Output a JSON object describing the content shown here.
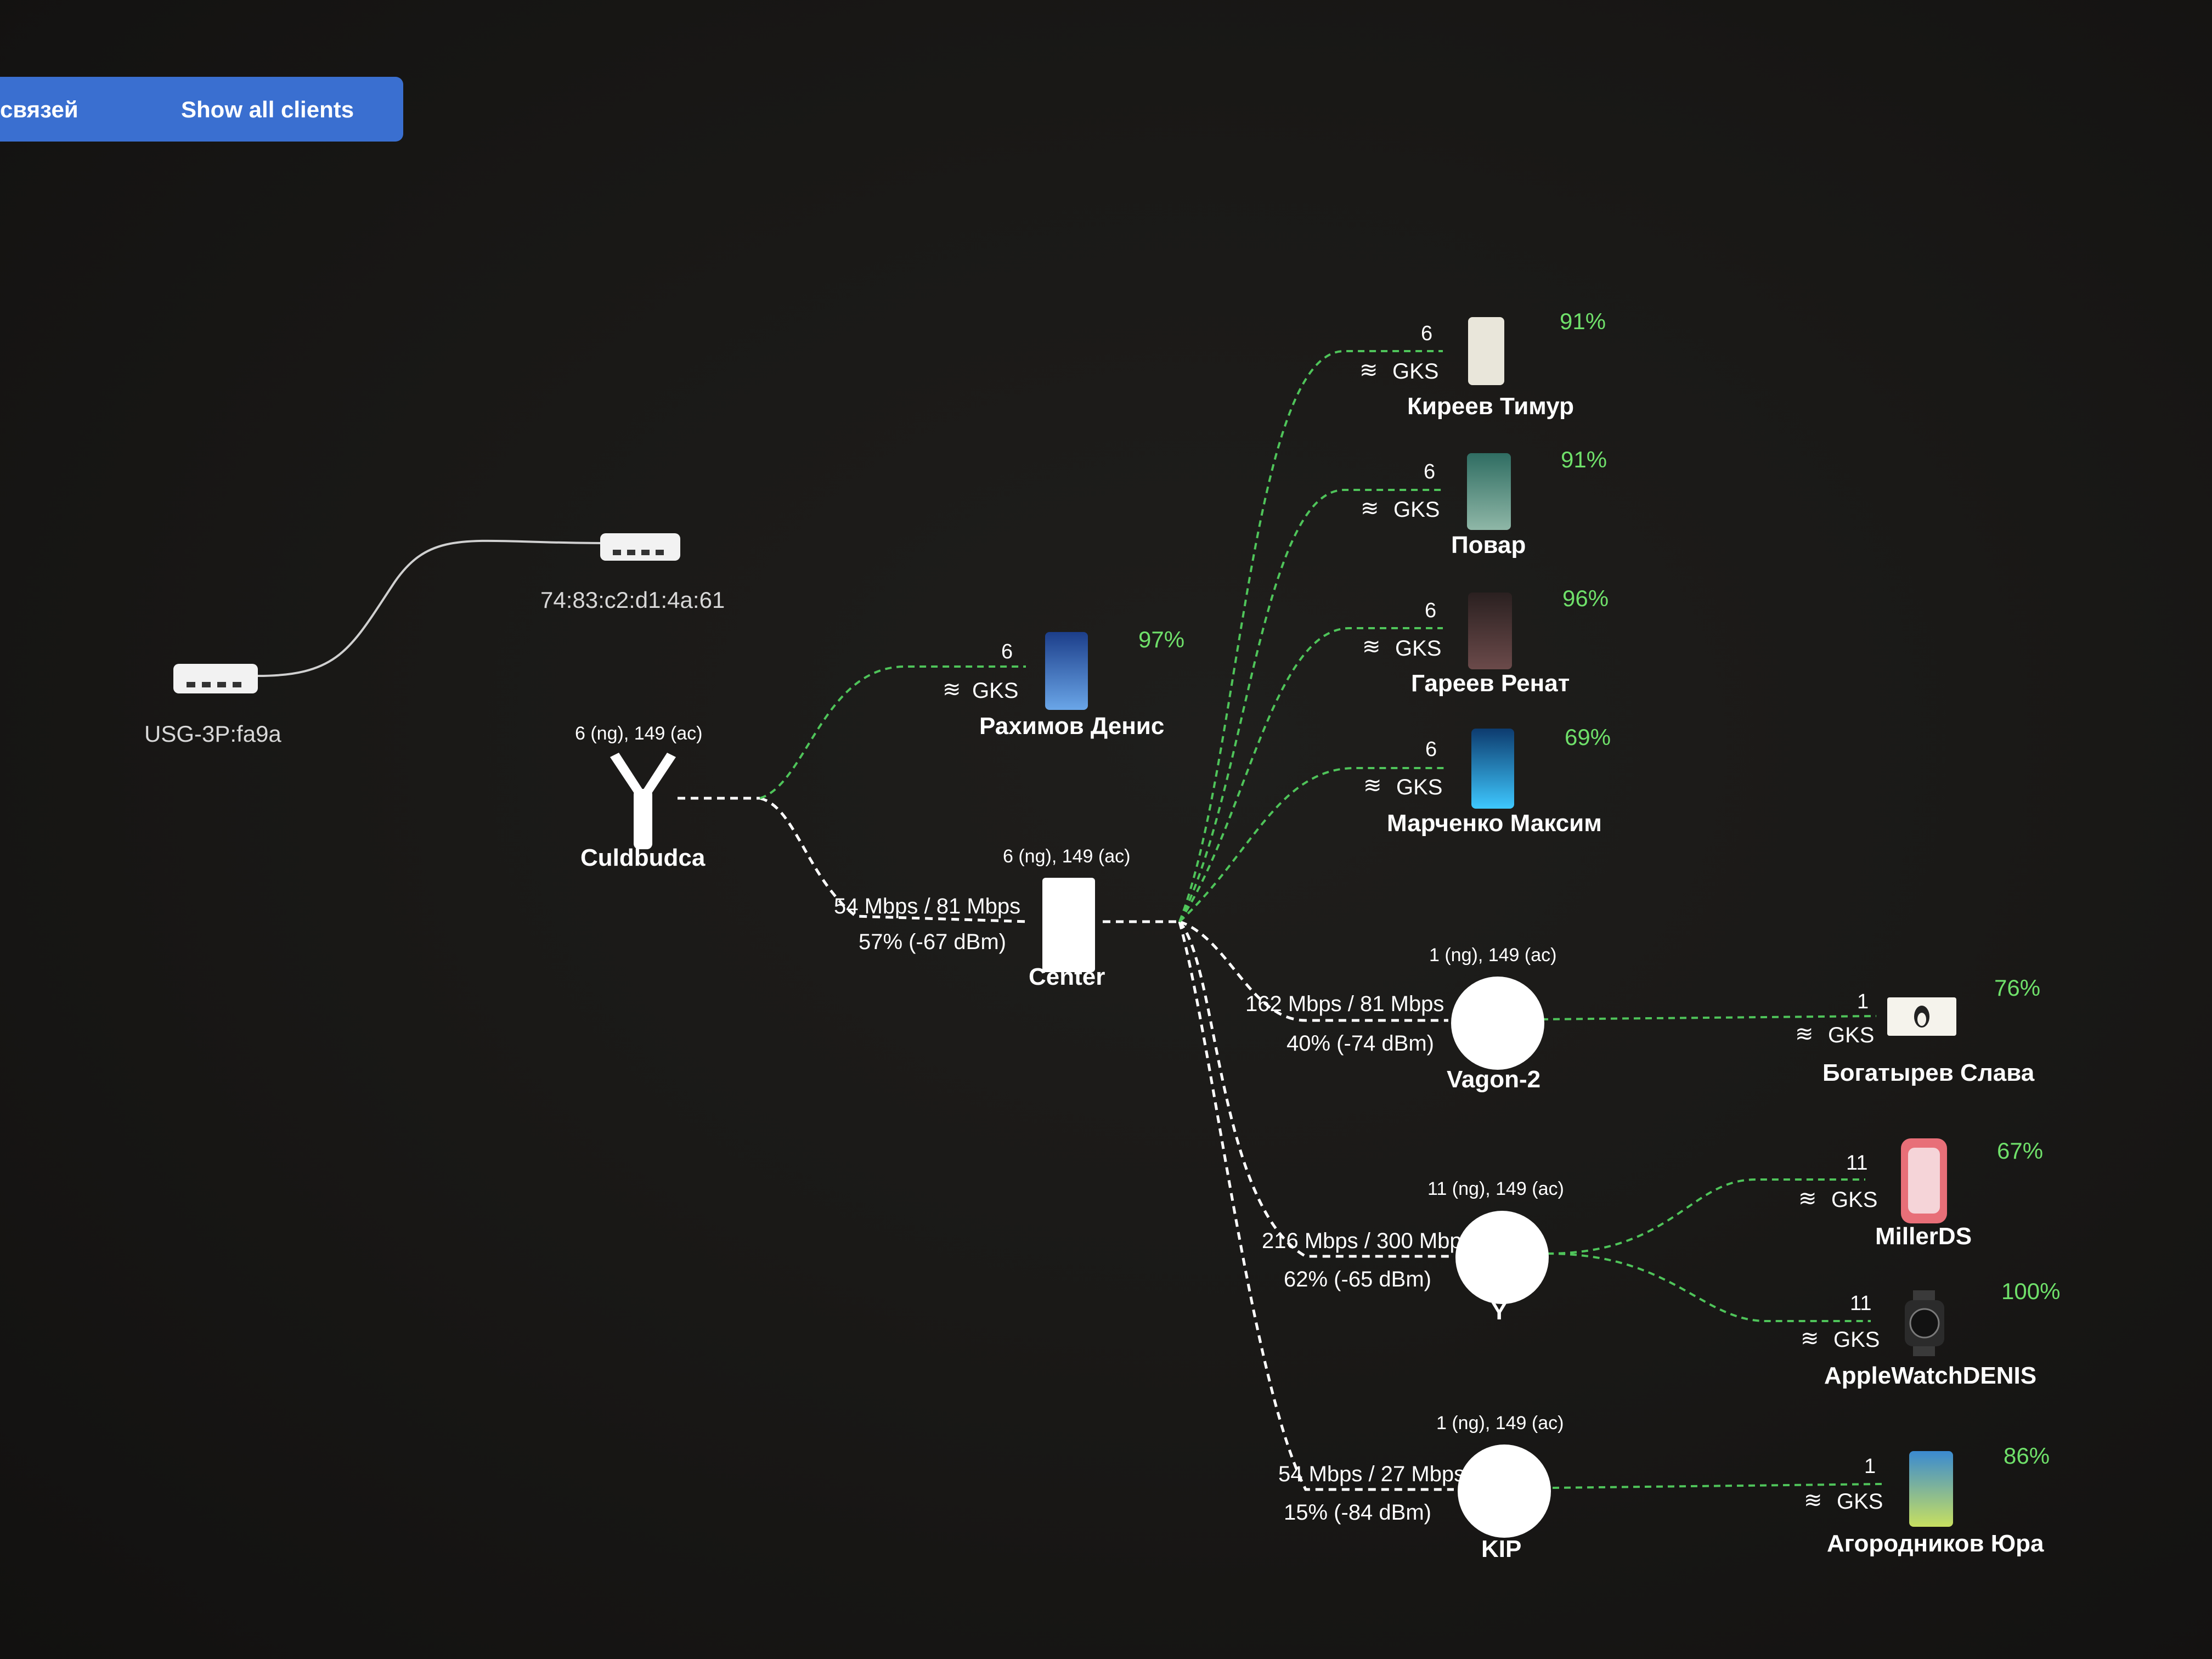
{
  "toolbar": {
    "filter_label": "связей",
    "show_all_label": "Show all clients"
  },
  "gateway": {
    "label": "USG-3P:fa9a"
  },
  "switch": {
    "label": "74:83:c2:d1:4a:61"
  },
  "access_points": {
    "culdbudca": {
      "name": "Culdbudca",
      "channels": "6 (ng), 149 (ac)"
    },
    "center": {
      "name": "Center",
      "channels": "6 (ng), 149 (ac)",
      "rate": "54 Mbps / 81 Mbps",
      "signal": "57% (-67 dBm)"
    },
    "vagon2": {
      "name": "Vagon-2",
      "channels": "1 (ng), 149 (ac)",
      "rate": "162 Mbps / 81 Mbps",
      "signal": "40% (-74 dBm)"
    },
    "y": {
      "name": "Y",
      "channels": "11 (ng), 149 (ac)",
      "rate": "216 Mbps / 300 Mbps",
      "signal": "62% (-65 dBm)"
    },
    "kip": {
      "name": "KIP",
      "channels": "1 (ng), 149 (ac)",
      "rate": "54 Mbps / 27 Mbps",
      "signal": "15% (-84 dBm)"
    }
  },
  "clients": [
    {
      "name": "Рахимов Денис",
      "channel": "6",
      "ssid": "GKS",
      "quality": "97%",
      "icon": "android-phone-icon"
    },
    {
      "name": "Киреев Тимур",
      "channel": "6",
      "ssid": "GKS",
      "quality": "91%",
      "icon": "apple-ipad-icon"
    },
    {
      "name": "Повар",
      "channel": "6",
      "ssid": "GKS",
      "quality": "91%",
      "icon": "android-phone-icon"
    },
    {
      "name": "Гареев Ренат",
      "channel": "6",
      "ssid": "GKS",
      "quality": "96%",
      "icon": "android-phone-icon"
    },
    {
      "name": "Марченко Максим",
      "channel": "6",
      "ssid": "GKS",
      "quality": "69%",
      "icon": "android-phone-icon"
    },
    {
      "name": "Богатырев Слава",
      "channel": "1",
      "ssid": "GKS",
      "quality": "76%",
      "icon": "linux-tux-icon"
    },
    {
      "name": "MillerDS",
      "channel": "11",
      "ssid": "GKS",
      "quality": "67%",
      "icon": "iphone-icon"
    },
    {
      "name": "AppleWatchDENIS",
      "channel": "11",
      "ssid": "GKS",
      "quality": "100%",
      "icon": "apple-watch-icon"
    },
    {
      "name": "Агородников Юра",
      "channel": "1",
      "ssid": "GKS",
      "quality": "86%",
      "icon": "android-phone-icon"
    }
  ],
  "colors": {
    "background": "#1a1917",
    "accent_button": "#3a6fd0",
    "wireless_link": "#4fc45a",
    "quality_text": "#6fe06a",
    "mesh_link": "#ffffff"
  }
}
